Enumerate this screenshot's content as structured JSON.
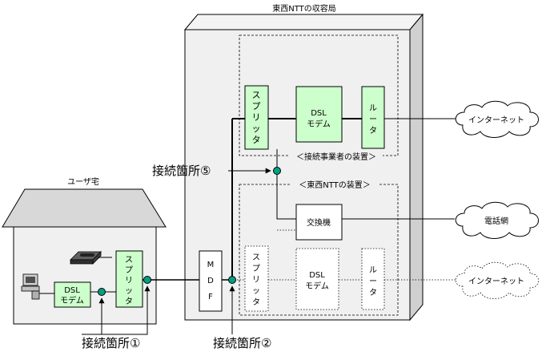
{
  "exchange": {
    "title": "東西NTTの収容局",
    "operator_group_label": "＜接続事業者の装置＞",
    "ntt_group_label": "＜東西NTTの装置＞"
  },
  "home": {
    "title": "ユーザ宅",
    "splitter": [
      "ス",
      "プ",
      "リ",
      "ッ",
      "タ"
    ],
    "modem_line1": "DSL",
    "modem_line2": "モデム"
  },
  "operator": {
    "splitter": [
      "ス",
      "プ",
      "リ",
      "ッ",
      "タ"
    ],
    "modem_line1": "DSL",
    "modem_line2": "モデム",
    "router": [
      "ル",
      "ー",
      "タ"
    ]
  },
  "ntt": {
    "switch": "交換機",
    "mdf": [
      "M",
      "D",
      "F"
    ],
    "splitter": [
      "ス",
      "プ",
      "リ",
      "ッ",
      "タ"
    ],
    "modem_line1": "DSL",
    "modem_line2": "モデム",
    "router": [
      "ル",
      "ー",
      "タ"
    ]
  },
  "clouds": {
    "internet_top": "インターネット",
    "phone_network": "電話網",
    "internet_bottom": "インターネット"
  },
  "connection_points": {
    "point1": "接続箇所①",
    "point2": "接続箇所②",
    "point5": "接続箇所⑤"
  },
  "colors": {
    "device_fill": "#ccffcc",
    "connection_dot": "#00a080",
    "building_fill": "#f0f0f0"
  }
}
